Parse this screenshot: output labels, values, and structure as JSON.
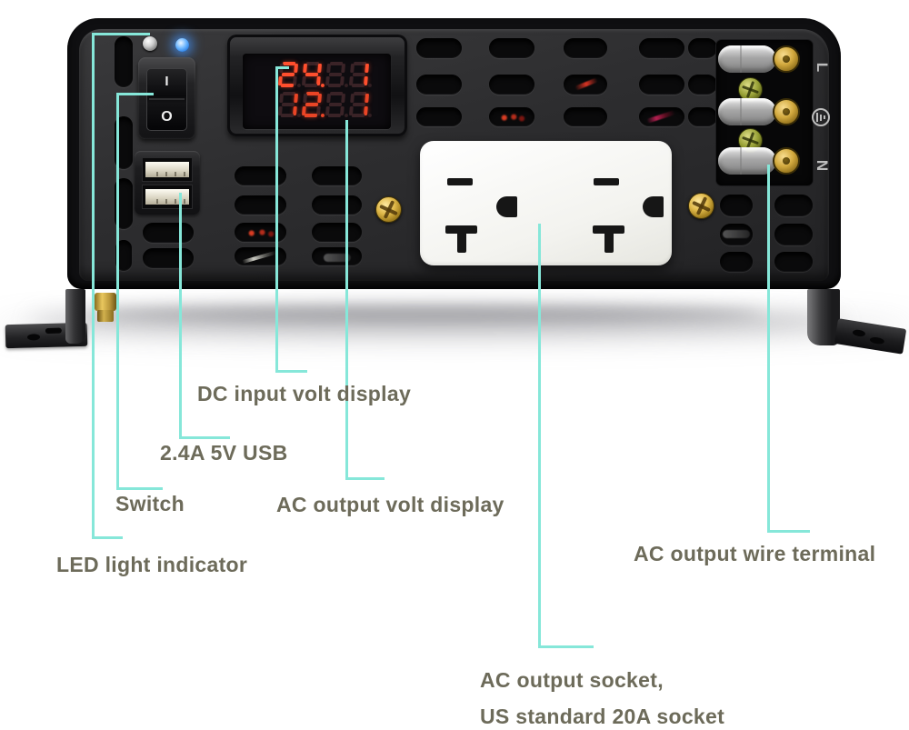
{
  "colors": {
    "leader_line": "#86e7d9",
    "label_text": "#6d6b5a",
    "dc_digit": "#ff4f2e",
    "ac_digit": "#ea4526",
    "led_on": "#4aa3ff",
    "body": "#2d2d2f",
    "outlet_face": "#f6f6f2",
    "brass": "#d2a93e"
  },
  "panel": {
    "power_switch": {
      "on_label": "I",
      "off_label": "O"
    },
    "voltmeter": {
      "dc_input_reading": "24.1",
      "ac_output_reading": "12.1",
      "rows": [
        {
          "name": "dc-input-volts",
          "color": "#ff4f2e",
          "cells": [
            {
              "c": "2"
            },
            {
              "c": "4",
              "dp": true
            },
            {
              "c": ""
            },
            {
              "c": "1"
            }
          ]
        },
        {
          "name": "ac-output-volts",
          "color": "#ea4526",
          "cells": [
            {
              "c": "1"
            },
            {
              "c": "2",
              "dp": true
            },
            {
              "c": ""
            },
            {
              "c": "1"
            }
          ]
        }
      ]
    },
    "terminal_block": {
      "line_label": "L",
      "neutral_label": "N",
      "earth_icon": "earth-ground-icon"
    }
  },
  "annotations": {
    "leader_color": "#86e7d9",
    "items": [
      {
        "id": "dc-display",
        "text": "DC input volt display"
      },
      {
        "id": "usb",
        "text": "2.4A 5V USB"
      },
      {
        "id": "switch",
        "text": "Switch"
      },
      {
        "id": "ac-display",
        "text": "AC output volt display"
      },
      {
        "id": "led",
        "text": "LED light indicator"
      },
      {
        "id": "wire-terminal",
        "text": "AC output wire terminal"
      },
      {
        "id": "ac-socket",
        "text": "AC output socket,",
        "text2": "US standard 20A socket"
      }
    ]
  }
}
